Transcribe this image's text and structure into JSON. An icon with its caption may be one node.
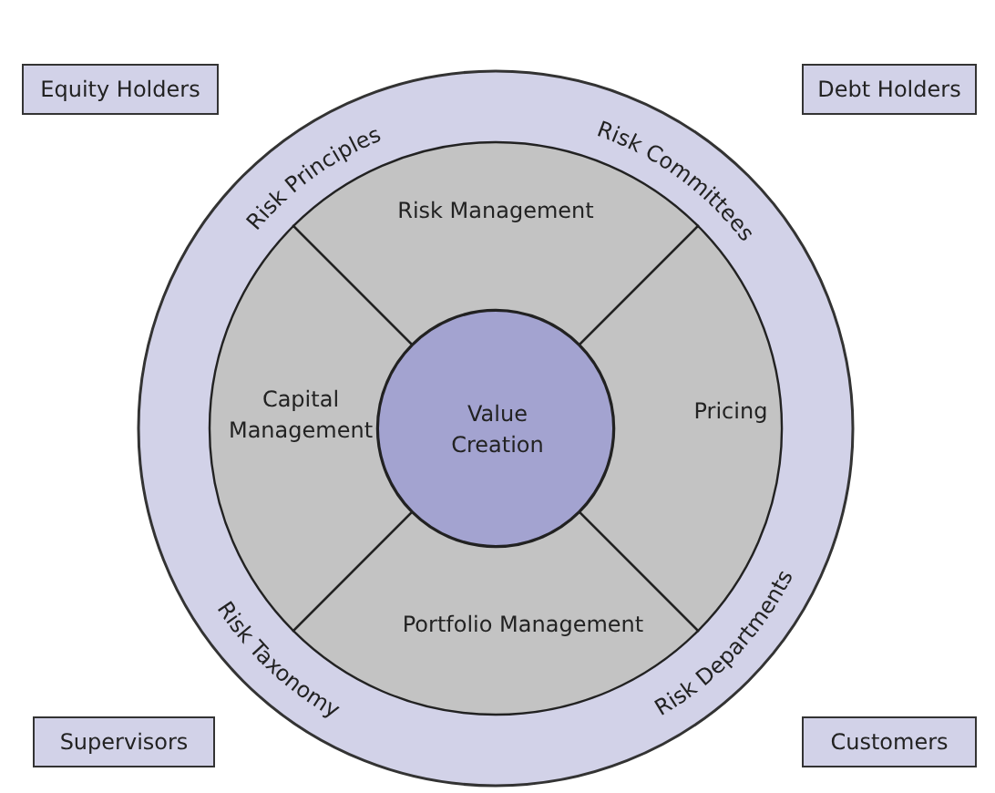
{
  "diagram": {
    "nodes": [
      {
        "text": [
          "Equity Holders"
        ]
      },
      {
        "text": [
          "Debt Holders"
        ]
      },
      {
        "text": [
          "Risk Principles",
          "Risk Committees",
          "Risk Taxonomy",
          "Risk Departments"
        ]
      },
      {
        "text": [
          "Risk Management"
        ],
        "in": 2
      },
      {
        "text": [
          "Capital Management"
        ],
        "in": 2
      },
      {
        "text": [
          "Pricing"
        ],
        "in": 2
      },
      {
        "text": [
          "Portfolio Management"
        ],
        "in": 2
      },
      {
        "text": [
          "Value Creation"
        ],
        "in": 2
      },
      {
        "text": [
          "Supervisors"
        ]
      },
      {
        "text": [
          "Customers"
        ]
      }
    ],
    "edges": []
  }
}
